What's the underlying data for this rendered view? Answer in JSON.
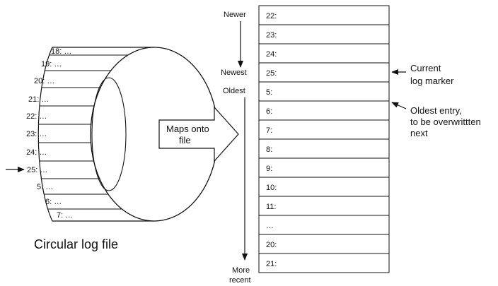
{
  "ring": {
    "entries": [
      "18: …",
      "19: …",
      "20: …",
      "21: …",
      "22: …",
      "23: …",
      "24: …",
      "25: …",
      "5: …",
      "6: …",
      "7: …"
    ],
    "caption": "Circular log file"
  },
  "mapping": {
    "line1": "Maps onto",
    "line2": "file"
  },
  "file": {
    "rows": [
      "22:",
      "23:",
      "24:",
      "25:",
      "5:",
      "6:",
      "7:",
      "8:",
      "9:",
      "10:",
      "11:",
      "…",
      "20:",
      "21:"
    ]
  },
  "axis": {
    "newer": "Newer",
    "newest": "Newest",
    "oldest": "Oldest",
    "more_recent_1": "More",
    "more_recent_2": "recent"
  },
  "annotations": {
    "current_1": "Current",
    "current_2": "log marker",
    "oldest_1": "Oldest entry,",
    "oldest_2": "to be overwrittten",
    "oldest_3": "next"
  }
}
